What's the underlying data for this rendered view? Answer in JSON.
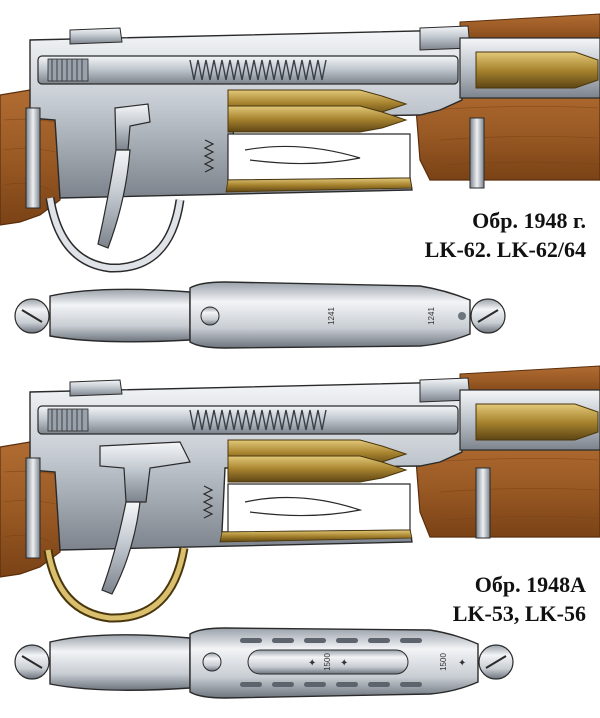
{
  "figures": [
    {
      "model": "Обр. 1948 г.",
      "variants": "LK-62. LK-62/64"
    },
    {
      "model": "Обр. 1948А",
      "variants": "LK-53, LK-56"
    }
  ],
  "colors": {
    "wood": "#a0602a",
    "wood_dark": "#6e3a12",
    "steel": "#c9cfd6",
    "steel_dark": "#6d747d",
    "brass": "#b9953f",
    "brass_dark": "#6d5418",
    "outline": "#2a2a2a"
  },
  "bottom_plate_marks": [
    "1241",
    "1241",
    "1500",
    "1500"
  ]
}
